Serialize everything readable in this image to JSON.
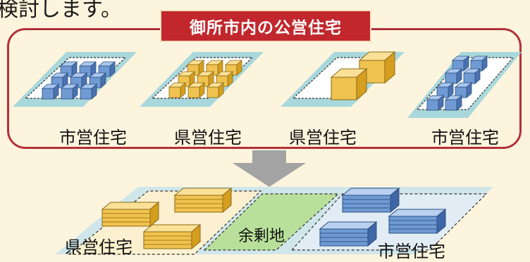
{
  "header": {
    "text_fragment": "検討します。"
  },
  "banner": {
    "title": "御所市内の公営住宅"
  },
  "top_sites": [
    {
      "label": "市営住宅"
    },
    {
      "label": "県営住宅"
    },
    {
      "label": "県営住宅"
    },
    {
      "label": "市営住宅"
    }
  ],
  "bottom_sites": [
    {
      "label": "県営住宅"
    },
    {
      "label": "余剰地"
    },
    {
      "label": "市営住宅"
    }
  ],
  "colors": {
    "banner_bg": "#c1272d",
    "frame_border": "#b3303a",
    "background": "#fdf4dd",
    "lot_teal": "#a9d8dc",
    "lot_green": "#b8e09a",
    "block_blue": "#6f9ad3",
    "block_yellow": "#f0c24f",
    "arrow_gray": "#a3a3a3"
  }
}
